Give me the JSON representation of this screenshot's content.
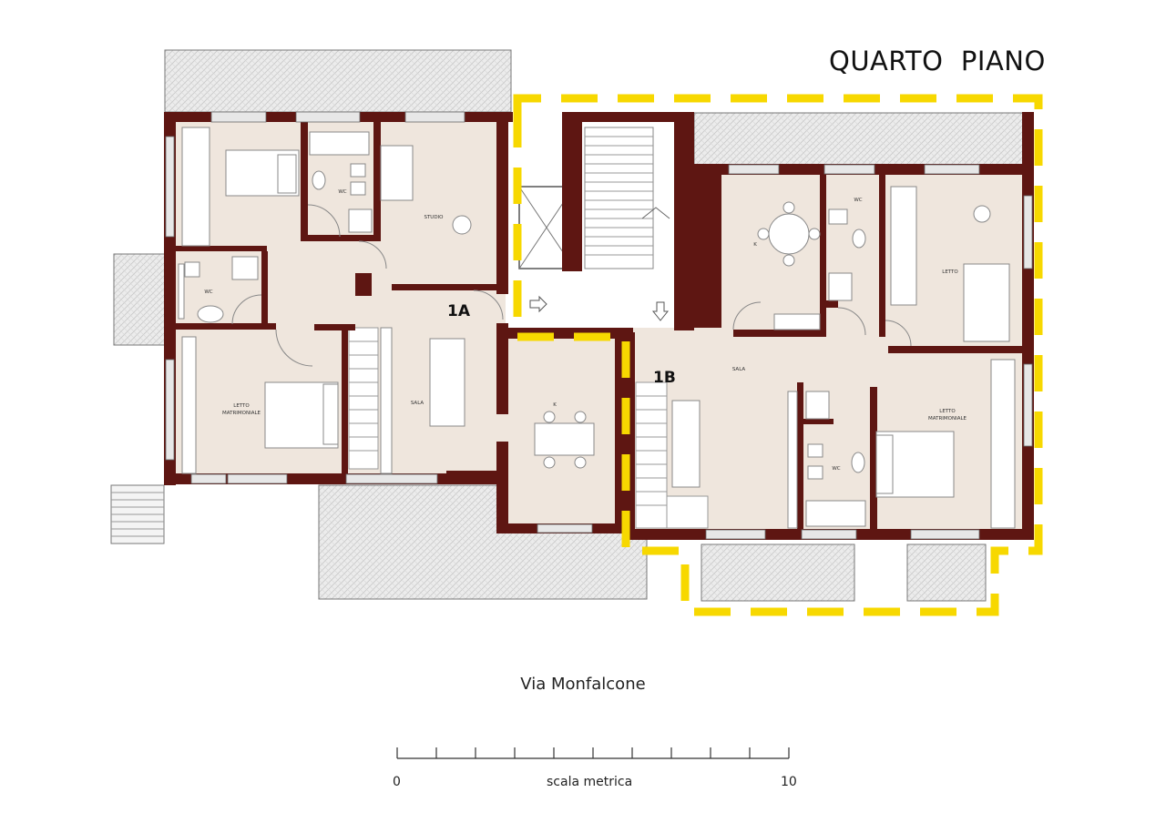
{
  "floor_title": "QUARTO  PIANO",
  "street_name": "Via Monfalcone",
  "units": {
    "a": "1A",
    "b": "1B"
  },
  "rooms": {
    "wc_top_left": "WC",
    "studio": "STUDIO",
    "wc_left": "WC",
    "letto_matrimoniale_left": "LETTO\nMATRIMONIALE",
    "sala_1a": "SALA",
    "k_1a": "K",
    "k_1b": "K",
    "wc_right_top": "WC",
    "letto_right": "LETTO",
    "sala_1b": "SALA",
    "wc_right_bottom": "WC",
    "letto_matrimoniale_right": "LETTO\nMATRIMONIALE"
  },
  "scale_bar": {
    "start": "0",
    "caption": "scala metrica",
    "end": "10"
  },
  "colors": {
    "wall": "#5e1612",
    "floor": "#efe6dd",
    "terrace": "#e9e9e9",
    "highlight": "#f7d800",
    "stair": "#ffffff"
  }
}
